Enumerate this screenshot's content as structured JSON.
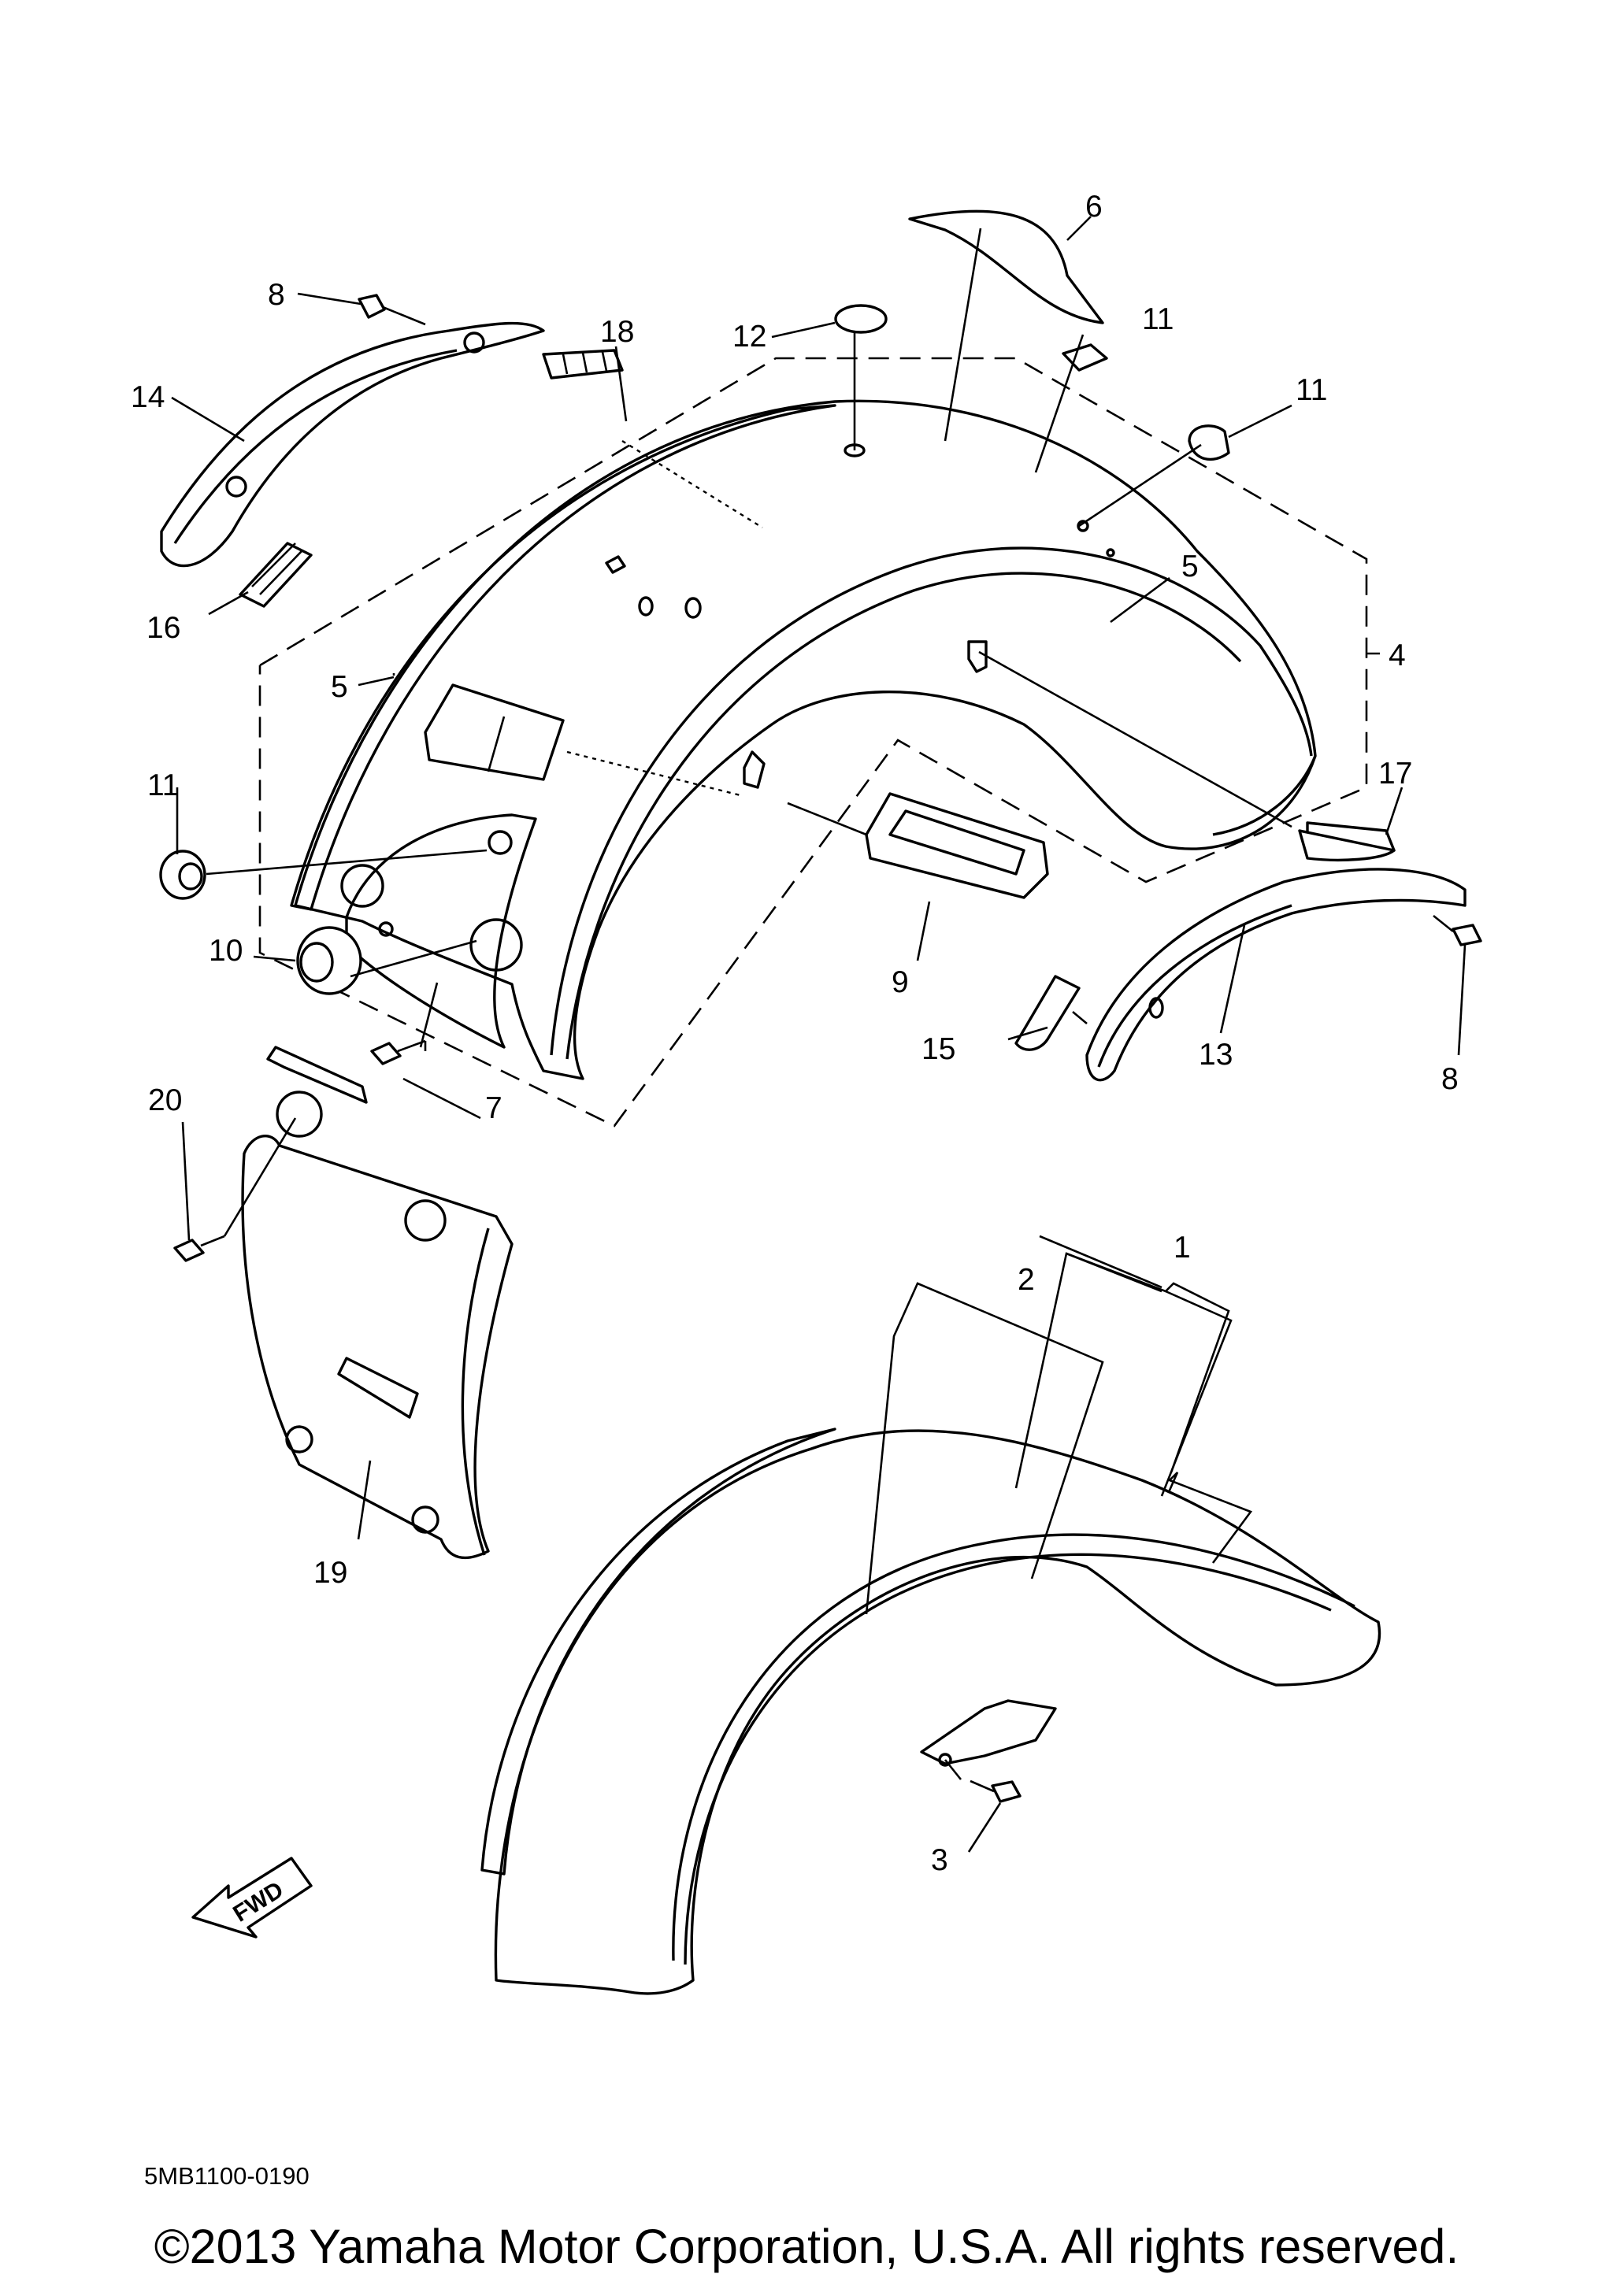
{
  "diagram": {
    "callouts": [
      {
        "key": "c1",
        "number": "1"
      },
      {
        "key": "c2",
        "number": "2"
      },
      {
        "key": "c3",
        "number": "3"
      },
      {
        "key": "c4",
        "number": "4"
      },
      {
        "key": "c5a",
        "number": "5"
      },
      {
        "key": "c5b",
        "number": "5"
      },
      {
        "key": "c6",
        "number": "6"
      },
      {
        "key": "c7",
        "number": "7"
      },
      {
        "key": "c8a",
        "number": "8"
      },
      {
        "key": "c8b",
        "number": "8"
      },
      {
        "key": "c9",
        "number": "9"
      },
      {
        "key": "c10",
        "number": "10"
      },
      {
        "key": "c11a",
        "number": "11"
      },
      {
        "key": "c11b",
        "number": "11"
      },
      {
        "key": "c11c",
        "number": "11"
      },
      {
        "key": "c12",
        "number": "12"
      },
      {
        "key": "c13",
        "number": "13"
      },
      {
        "key": "c14",
        "number": "14"
      },
      {
        "key": "c15",
        "number": "15"
      },
      {
        "key": "c16",
        "number": "16"
      },
      {
        "key": "c17",
        "number": "17"
      },
      {
        "key": "c18",
        "number": "18"
      },
      {
        "key": "c19",
        "number": "19"
      },
      {
        "key": "c20",
        "number": "20"
      }
    ],
    "direction_arrow": "FWD",
    "code": "5MB1100-0190"
  },
  "footer": {
    "copyright": "©2013 Yamaha Motor Corporation, U.S.A. All rights reserved."
  }
}
